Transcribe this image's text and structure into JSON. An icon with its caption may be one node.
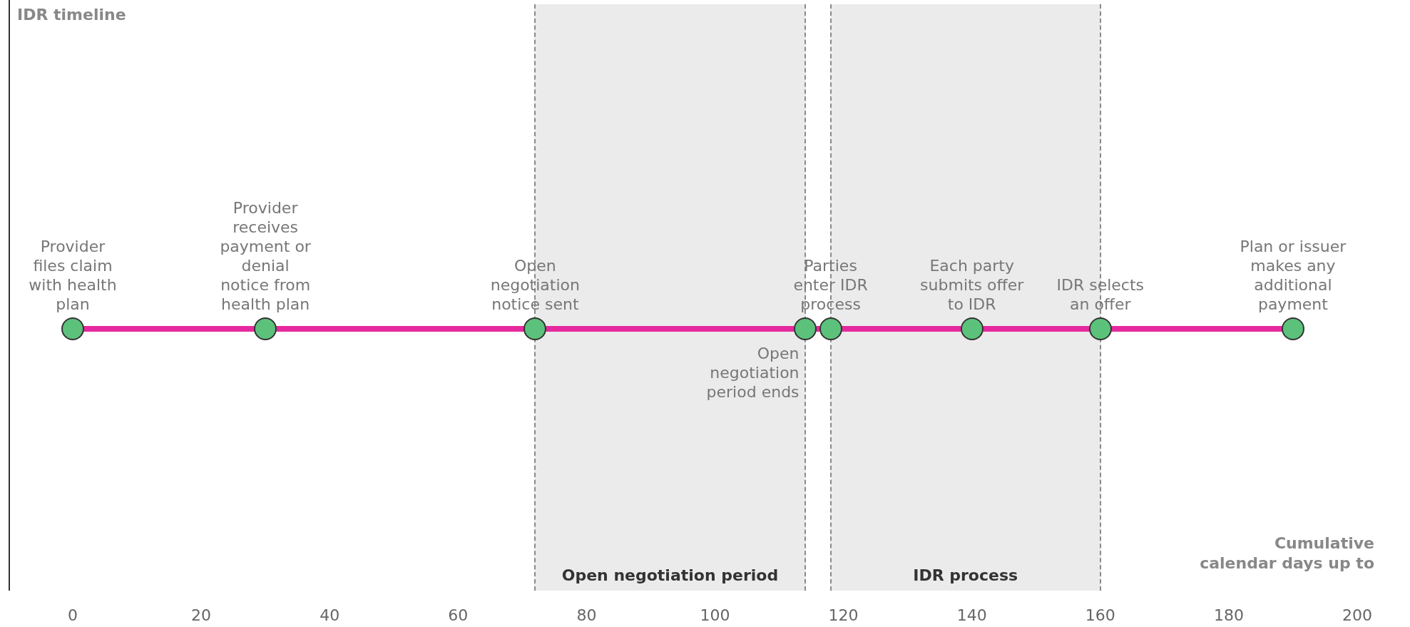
{
  "diagram": {
    "title": "IDR timeline",
    "nodes": [
      {
        "text": [],
        "shape": "circle",
        "beside": [
          "Provider files claim with health plan"
        ]
      },
      {
        "text": [],
        "shape": "circle",
        "beside": [
          "Provider receives payment or denial notice from health plan"
        ]
      },
      {
        "text": [],
        "shape": "circle",
        "beside": [
          "Open negotiation notice sent"
        ]
      },
      {
        "text": [],
        "shape": "circle",
        "beside": [
          "Open negotiation period ends"
        ]
      },
      {
        "text": [],
        "shape": "circle",
        "beside": [
          "Parties enter IDR process"
        ]
      },
      {
        "text": [],
        "shape": "circle",
        "beside": [
          "Each party submits offer to IDR"
        ]
      },
      {
        "text": [],
        "shape": "circle",
        "beside": [
          "IDR selects an offer"
        ]
      },
      {
        "text": [],
        "shape": "circle",
        "beside": [
          "Plan or issuer makes any additional payment"
        ]
      }
    ],
    "edges": [
      {
        "from": 0,
        "to": 1,
        "arrow": "none"
      },
      {
        "from": 1,
        "to": 2,
        "arrow": "none"
      },
      {
        "from": 2,
        "to": 3,
        "arrow": "none"
      },
      {
        "from": 3,
        "to": 4,
        "arrow": "none"
      },
      {
        "from": 4,
        "to": 5,
        "arrow": "none"
      },
      {
        "from": 5,
        "to": 6,
        "arrow": "none"
      },
      {
        "from": 6,
        "to": 7,
        "arrow": "none"
      }
    ],
    "labels": [
      "Open negotiation period",
      "IDR process",
      "Cumulative calendar days up to",
      "0",
      "20",
      "40",
      "60",
      "80",
      "100",
      "120",
      "140",
      "160",
      "180",
      "200"
    ]
  }
}
